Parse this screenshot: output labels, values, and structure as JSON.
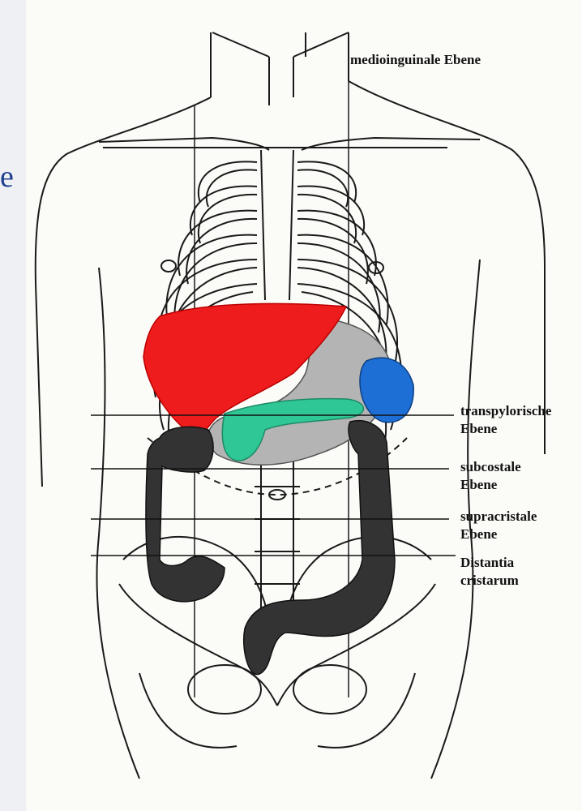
{
  "slide": {
    "letter": "e"
  },
  "labels": {
    "medioinguinal": "medioinguinale Ebene",
    "transpyloric_1": "transpylorische",
    "transpyloric_2": "Ebene",
    "subcostal_1": "subcostale",
    "subcostal_2": "Ebene",
    "supracristal_1": "supracristale",
    "supracristal_2": "Ebene",
    "distantia_1": "Distantia",
    "distantia_2": "cristarum"
  },
  "colors": {
    "liver": "#ee1c1c",
    "pancreas": "#2ec795",
    "spleen": "#1d6fd6",
    "stomach": "#b4b4b4",
    "colon": "#333333",
    "outline": "#1a1a1a"
  },
  "icons": {
    "slide-letter": "text-glyph",
    "anatomy": "torso-anatomy-drawing"
  }
}
